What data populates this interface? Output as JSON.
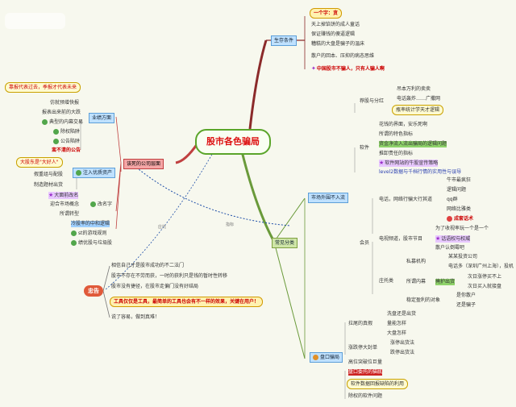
{
  "center": "股市各色骗局",
  "branch_survival": {
    "title": "生存条件",
    "items": [
      "一个字：贪",
      "天上掉馅饼的成人童话",
      "保证赚钱的傻逼逻辑",
      "糟糕的大盘是骗子的温床",
      "散户的回本、压抑的病态思维",
      "中国股市不骗人，只有人骗人啊"
    ]
  },
  "branch_common": {
    "title": "常见分类",
    "market": {
      "title": "市场外围不入流",
      "recommend": {
        "label": "荐股与分红",
        "items": [
          "吊本万利的卖卖",
          "电话轰炸……广撒网"
        ],
        "note": "瓶率统计学天才逻辑"
      },
      "software": {
        "label": "软件",
        "items": [
          "花钱的界面，安乐死啊",
          "所谓的特色指标",
          "资金净流入流出骗局的逻辑问题",
          "推卸责任的指标",
          "软件网站的牛股宣传策略",
          "level2数据与千档行情的实用性与误导"
        ]
      },
      "member": {
        "label": "会员",
        "phone": "电话，网络行骗大行其道",
        "phone_items": [
          "牛市最疯狂",
          "逻辑问题",
          "qq群",
          "网络比雅类",
          "成套话术"
        ],
        "tv": "电视频道，股市节目",
        "tv_items": [
          "为了收视率玩一个是一个",
          "话语权与权威",
          "散户认倒霉吧"
        ]
      },
      "trust": {
        "label": "庄托类",
        "org": "私募机构",
        "org_items": [
          "某某投资公司",
          "电话多（深圳广州上海），投机"
        ],
        "news": "所谓内幕",
        "news_items": [
          "次日涨停买不上",
          "次日买入就接盘"
        ],
        "protect": "掩护出货",
        "profit": "稳定盈利的对象",
        "profit_items": [
          "是你散户",
          "还是骗子"
        ]
      }
    },
    "dealer": {
      "title": "盘口骗局",
      "pull": "拉尾的真假",
      "pull_items": [
        "洗盘还是出货",
        "量能怎样",
        "大盘怎样"
      ],
      "crash": "涨跌停大封单",
      "crash_items": [
        "涨停出货法",
        "跌停出货法"
      ],
      "items": [
        "高位突破位巨量",
        "盘口委托的猫腻",
        "软件数据回报缺陷的利用",
        "除权的软件问题"
      ]
    }
  },
  "branch_company": {
    "title": "该死的公司层面",
    "business": {
      "label": "业绩方面",
      "items": [
        "仿就预增快报",
        "报表出来前的大跌",
        "典型的内幕交易",
        "除权陷阱",
        "公告陷阱",
        "蛮不清的公告"
      ],
      "note": "靠报代表过去，季报才代表未来"
    },
    "capital": {
      "label": "注入优质资产",
      "note": "大股东是\"大好人\"",
      "items": [
        "假重组与配股",
        "制造题材出货"
      ]
    },
    "rename": {
      "label": "大面前改名",
      "items": [
        "迎合市场概念",
        "改名字",
        "所谓转型"
      ]
    },
    "vary": {
      "label": "冷股率的中和逻辑",
      "items": [
        "st的游戏规则",
        "绩优股与垃圾股"
      ]
    }
  },
  "branch_advice": {
    "title": "忠告",
    "items": [
      "相信自己才是股市成功的不二法门",
      "股市不存在不劳而获，一时的获利只是钱的暂时性转移",
      "股市没有捷径，在股市走偏门没有好结局",
      "工具仅仅是工具，最简单的工具也会有不一样的效果，关键在用户！",
      "说了容易，做到真难！"
    ]
  },
  "edge_labels": [
    "庄托",
    "指标"
  ]
}
